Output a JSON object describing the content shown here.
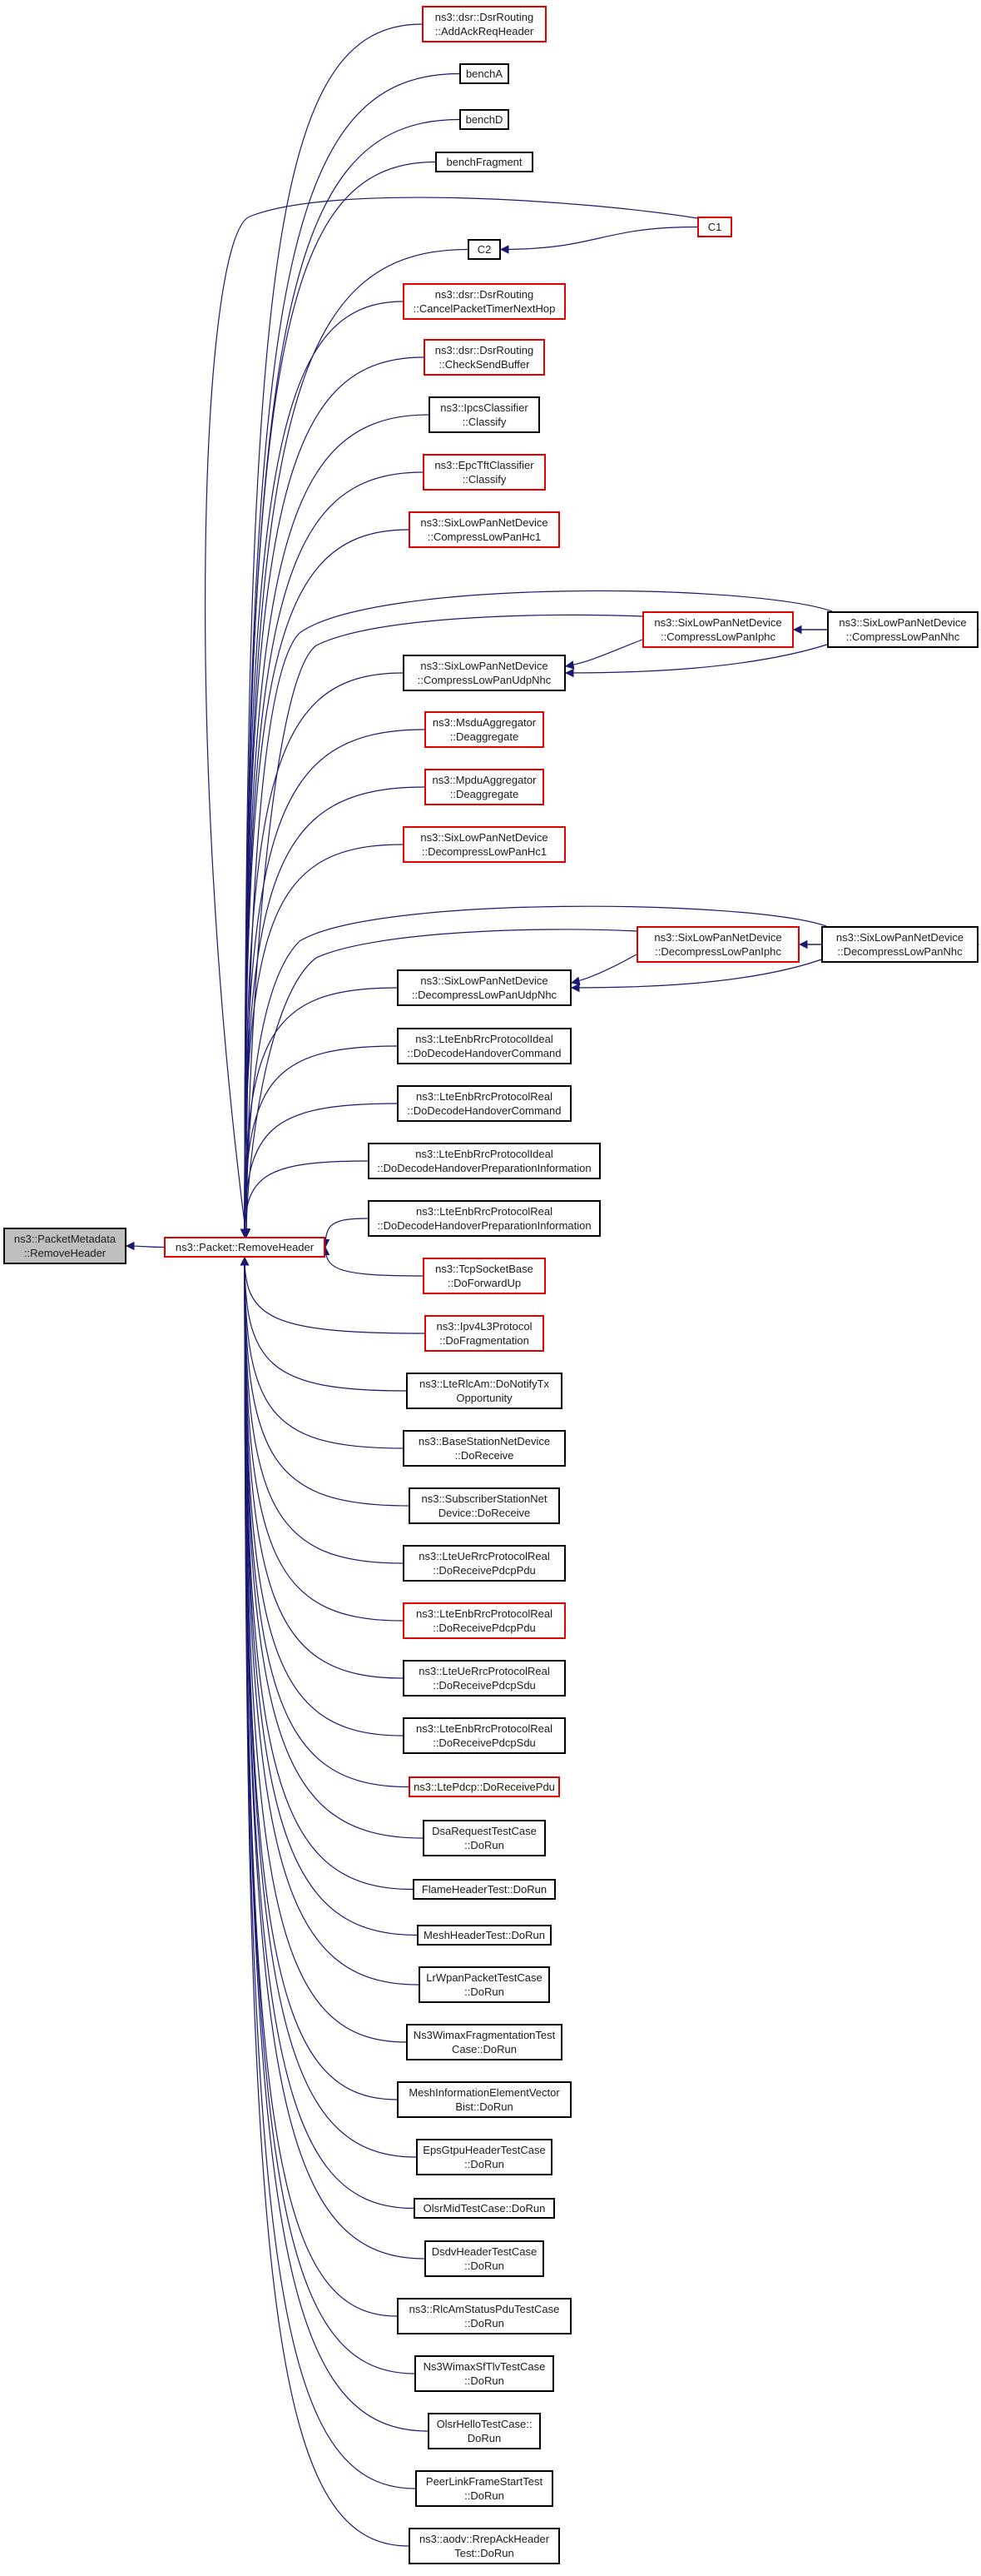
{
  "colors": {
    "edge": "#191970",
    "border_default": "#000000",
    "border_truncated": "#e00000",
    "focus_fill": "#bfbfbf"
  },
  "nodes": {
    "remove_header_focus": {
      "lines": [
        "ns3::PacketMetadata",
        "::RemoveHeader"
      ],
      "border": "black",
      "focus": true
    },
    "packet_remove_header": {
      "lines": [
        "ns3::Packet::RemoveHeader"
      ],
      "border": "red"
    },
    "add_ack_req_header": {
      "lines": [
        "ns3::dsr::DsrRouting",
        "::AddAckReqHeader"
      ],
      "border": "red"
    },
    "bench_a": {
      "lines": [
        "benchA"
      ],
      "border": "black"
    },
    "bench_d": {
      "lines": [
        "benchD"
      ],
      "border": "black"
    },
    "bench_fragment": {
      "lines": [
        "benchFragment"
      ],
      "border": "black"
    },
    "c1": {
      "lines": [
        "C1"
      ],
      "border": "red"
    },
    "c2": {
      "lines": [
        "C2"
      ],
      "border": "black"
    },
    "cancel_packet_timer": {
      "lines": [
        "ns3::dsr::DsrRouting",
        "::CancelPacketTimerNextHop"
      ],
      "border": "red"
    },
    "check_send_buffer": {
      "lines": [
        "ns3::dsr::DsrRouting",
        "::CheckSendBuffer"
      ],
      "border": "red"
    },
    "ipcs_classifier": {
      "lines": [
        "ns3::IpcsClassifier",
        "::Classify"
      ],
      "border": "black"
    },
    "epc_tft_classifier": {
      "lines": [
        "ns3::EpcTftClassifier",
        "::Classify"
      ],
      "border": "red"
    },
    "compress_low_pan_hc1": {
      "lines": [
        "ns3::SixLowPanNetDevice",
        "::CompressLowPanHc1"
      ],
      "border": "red"
    },
    "compress_low_pan_iphc": {
      "lines": [
        "ns3::SixLowPanNetDevice",
        "::CompressLowPanIphc"
      ],
      "border": "red"
    },
    "compress_low_pan_nhc": {
      "lines": [
        "ns3::SixLowPanNetDevice",
        "::CompressLowPanNhc"
      ],
      "border": "black"
    },
    "compress_low_pan_udp_nhc": {
      "lines": [
        "ns3::SixLowPanNetDevice",
        "::CompressLowPanUdpNhc"
      ],
      "border": "black"
    },
    "msdu_deaggregate": {
      "lines": [
        "ns3::MsduAggregator",
        "::Deaggregate"
      ],
      "border": "red"
    },
    "mpdu_deaggregate": {
      "lines": [
        "ns3::MpduAggregator",
        "::Deaggregate"
      ],
      "border": "red"
    },
    "decompress_low_pan_hc1": {
      "lines": [
        "ns3::SixLowPanNetDevice",
        "::DecompressLowPanHc1"
      ],
      "border": "red"
    },
    "decompress_low_pan_iphc": {
      "lines": [
        "ns3::SixLowPanNetDevice",
        "::DecompressLowPanIphc"
      ],
      "border": "red"
    },
    "decompress_low_pan_nhc": {
      "lines": [
        "ns3::SixLowPanNetDevice",
        "::DecompressLowPanNhc"
      ],
      "border": "black"
    },
    "decompress_low_pan_udp_nhc": {
      "lines": [
        "ns3::SixLowPanNetDevice",
        "::DecompressLowPanUdpNhc"
      ],
      "border": "black"
    },
    "enb_ideal_handover_cmd": {
      "lines": [
        "ns3::LteEnbRrcProtocolIdeal",
        "::DoDecodeHandoverCommand"
      ],
      "border": "black"
    },
    "enb_real_handover_cmd": {
      "lines": [
        "ns3::LteEnbRrcProtocolReal",
        "::DoDecodeHandoverCommand"
      ],
      "border": "black"
    },
    "enb_ideal_handover_prep": {
      "lines": [
        "ns3::LteEnbRrcProtocolIdeal",
        "::DoDecodeHandoverPreparationInformation"
      ],
      "border": "black"
    },
    "enb_real_handover_prep": {
      "lines": [
        "ns3::LteEnbRrcProtocolReal",
        "::DoDecodeHandoverPreparationInformation"
      ],
      "border": "black"
    },
    "tcp_do_forward_up": {
      "lines": [
        "ns3::TcpSocketBase",
        "::DoForwardUp"
      ],
      "border": "red"
    },
    "ipv4l3_do_fragmentation": {
      "lines": [
        "ns3::Ipv4L3Protocol",
        "::DoFragmentation"
      ],
      "border": "red"
    },
    "rlc_am_notify_tx": {
      "lines": [
        "ns3::LteRlcAm::DoNotifyTx",
        "Opportunity"
      ],
      "border": "black"
    },
    "bs_do_receive": {
      "lines": [
        "ns3::BaseStationNetDevice",
        "::DoReceive"
      ],
      "border": "black"
    },
    "ss_do_receive": {
      "lines": [
        "ns3::SubscriberStationNet",
        "Device::DoReceive"
      ],
      "border": "black"
    },
    "ue_real_pdcp_pdu": {
      "lines": [
        "ns3::LteUeRrcProtocolReal",
        "::DoReceivePdcpPdu"
      ],
      "border": "black"
    },
    "enb_real_pdcp_pdu": {
      "lines": [
        "ns3::LteEnbRrcProtocolReal",
        "::DoReceivePdcpPdu"
      ],
      "border": "red"
    },
    "ue_real_pdcp_sdu": {
      "lines": [
        "ns3::LteUeRrcProtocolReal",
        "::DoReceivePdcpSdu"
      ],
      "border": "black"
    },
    "enb_real_pdcp_sdu": {
      "lines": [
        "ns3::LteEnbRrcProtocolReal",
        "::DoReceivePdcpSdu"
      ],
      "border": "black"
    },
    "lte_pdcp_receive_pdu": {
      "lines": [
        "ns3::LtePdcp::DoReceivePdu"
      ],
      "border": "red"
    },
    "dsa_request_test": {
      "lines": [
        "DsaRequestTestCase",
        "::DoRun"
      ],
      "border": "black"
    },
    "flame_header_test": {
      "lines": [
        "FlameHeaderTest::DoRun"
      ],
      "border": "black"
    },
    "mesh_header_test": {
      "lines": [
        "MeshHeaderTest::DoRun"
      ],
      "border": "black"
    },
    "lrwpan_packet_test": {
      "lines": [
        "LrWpanPacketTestCase",
        "::DoRun"
      ],
      "border": "black"
    },
    "wimax_fragmentation_test": {
      "lines": [
        "Ns3WimaxFragmentationTest",
        "Case::DoRun"
      ],
      "border": "black"
    },
    "mesh_info_element_test": {
      "lines": [
        "MeshInformationElementVector",
        "Bist::DoRun"
      ],
      "border": "black"
    },
    "eps_gtpu_header_test": {
      "lines": [
        "EpsGtpuHeaderTestCase",
        "::DoRun"
      ],
      "border": "black"
    },
    "olsr_mid_test": {
      "lines": [
        "OlsrMidTestCase::DoRun"
      ],
      "border": "black"
    },
    "dsdv_header_test": {
      "lines": [
        "DsdvHeaderTestCase",
        "::DoRun"
      ],
      "border": "black"
    },
    "rlc_am_status_pdu_test": {
      "lines": [
        "ns3::RlcAmStatusPduTestCase",
        "::DoRun"
      ],
      "border": "black"
    },
    "wimax_sf_tlv_test": {
      "lines": [
        "Ns3WimaxSfTlvTestCase",
        "::DoRun"
      ],
      "border": "black"
    },
    "olsr_hello_test": {
      "lines": [
        "OlsrHelloTestCase::",
        "DoRun"
      ],
      "border": "black"
    },
    "peer_link_frame_start_test": {
      "lines": [
        "PeerLinkFrameStartTest",
        "::DoRun"
      ],
      "border": "black"
    },
    "aodv_rrep_ack_header_test": {
      "lines": [
        "ns3::aodv::RrepAckHeader",
        "Test::DoRun"
      ],
      "border": "black"
    }
  },
  "edges": [
    [
      "packet_remove_header",
      "remove_header_focus"
    ],
    [
      "add_ack_req_header",
      "packet_remove_header"
    ],
    [
      "bench_a",
      "packet_remove_header"
    ],
    [
      "bench_d",
      "packet_remove_header"
    ],
    [
      "bench_fragment",
      "packet_remove_header"
    ],
    [
      "c1",
      "packet_remove_header"
    ],
    [
      "c1",
      "c2"
    ],
    [
      "c2",
      "packet_remove_header"
    ],
    [
      "cancel_packet_timer",
      "packet_remove_header"
    ],
    [
      "check_send_buffer",
      "packet_remove_header"
    ],
    [
      "ipcs_classifier",
      "packet_remove_header"
    ],
    [
      "epc_tft_classifier",
      "packet_remove_header"
    ],
    [
      "compress_low_pan_hc1",
      "packet_remove_header"
    ],
    [
      "compress_low_pan_nhc",
      "packet_remove_header"
    ],
    [
      "compress_low_pan_nhc",
      "compress_low_pan_iphc"
    ],
    [
      "compress_low_pan_iphc",
      "compress_low_pan_nhc"
    ],
    [
      "compress_low_pan_nhc",
      "compress_low_pan_udp_nhc"
    ],
    [
      "compress_low_pan_iphc",
      "packet_remove_header"
    ],
    [
      "compress_low_pan_iphc",
      "compress_low_pan_udp_nhc"
    ],
    [
      "compress_low_pan_udp_nhc",
      "packet_remove_header"
    ],
    [
      "msdu_deaggregate",
      "packet_remove_header"
    ],
    [
      "mpdu_deaggregate",
      "packet_remove_header"
    ],
    [
      "decompress_low_pan_hc1",
      "packet_remove_header"
    ],
    [
      "decompress_low_pan_nhc",
      "packet_remove_header"
    ],
    [
      "decompress_low_pan_nhc",
      "decompress_low_pan_iphc"
    ],
    [
      "decompress_low_pan_iphc",
      "decompress_low_pan_nhc"
    ],
    [
      "decompress_low_pan_nhc",
      "decompress_low_pan_udp_nhc"
    ],
    [
      "decompress_low_pan_iphc",
      "packet_remove_header"
    ],
    [
      "decompress_low_pan_iphc",
      "decompress_low_pan_udp_nhc"
    ],
    [
      "decompress_low_pan_udp_nhc",
      "packet_remove_header"
    ],
    [
      "enb_ideal_handover_cmd",
      "packet_remove_header"
    ],
    [
      "enb_real_handover_cmd",
      "packet_remove_header"
    ],
    [
      "enb_ideal_handover_prep",
      "packet_remove_header"
    ],
    [
      "enb_real_handover_prep",
      "packet_remove_header"
    ],
    [
      "tcp_do_forward_up",
      "packet_remove_header"
    ],
    [
      "ipv4l3_do_fragmentation",
      "packet_remove_header"
    ],
    [
      "rlc_am_notify_tx",
      "packet_remove_header"
    ],
    [
      "bs_do_receive",
      "packet_remove_header"
    ],
    [
      "ss_do_receive",
      "packet_remove_header"
    ],
    [
      "ue_real_pdcp_pdu",
      "packet_remove_header"
    ],
    [
      "enb_real_pdcp_pdu",
      "packet_remove_header"
    ],
    [
      "ue_real_pdcp_sdu",
      "packet_remove_header"
    ],
    [
      "enb_real_pdcp_sdu",
      "packet_remove_header"
    ],
    [
      "lte_pdcp_receive_pdu",
      "packet_remove_header"
    ],
    [
      "dsa_request_test",
      "packet_remove_header"
    ],
    [
      "flame_header_test",
      "packet_remove_header"
    ],
    [
      "mesh_header_test",
      "packet_remove_header"
    ],
    [
      "lrwpan_packet_test",
      "packet_remove_header"
    ],
    [
      "wimax_fragmentation_test",
      "packet_remove_header"
    ],
    [
      "mesh_info_element_test",
      "packet_remove_header"
    ],
    [
      "eps_gtpu_header_test",
      "packet_remove_header"
    ],
    [
      "olsr_mid_test",
      "packet_remove_header"
    ],
    [
      "dsdv_header_test",
      "packet_remove_header"
    ],
    [
      "rlc_am_status_pdu_test",
      "packet_remove_header"
    ],
    [
      "wimax_sf_tlv_test",
      "packet_remove_header"
    ],
    [
      "olsr_hello_test",
      "packet_remove_header"
    ],
    [
      "peer_link_frame_start_test",
      "packet_remove_header"
    ],
    [
      "aodv_rrep_ack_header_test",
      "packet_remove_header"
    ]
  ]
}
